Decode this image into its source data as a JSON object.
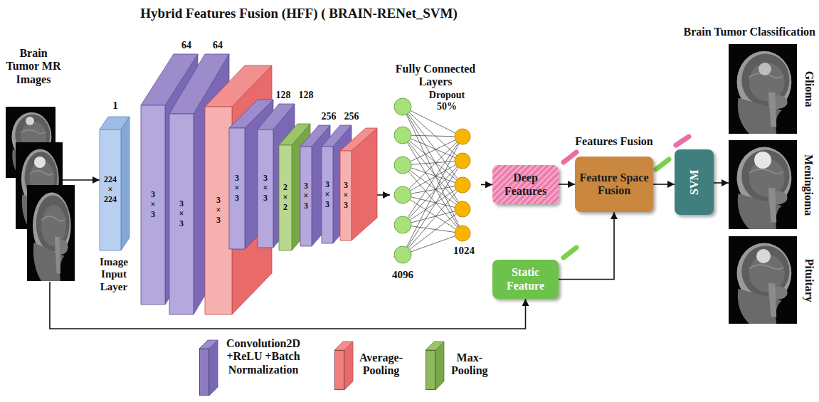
{
  "diagram": {
    "title": "Hybrid Features Fusion (HFF) ( BRAIN-RENet_SVM)",
    "nodes": [
      {
        "text": [
          "Brain Tumor MR Images"
        ]
      },
      {
        "text": [
          "224 × 224"
        ]
      },
      {
        "text": [
          "3 × 3"
        ]
      },
      {
        "text": [
          "3 × 3"
        ]
      },
      {
        "text": [
          "3 × 3"
        ]
      },
      {
        "text": [
          "3 × 3"
        ]
      },
      {
        "text": [
          "3 × 3"
        ]
      },
      {
        "text": [
          "2 × 2"
        ]
      },
      {
        "text": [
          "3 × 3"
        ]
      },
      {
        "text": [
          "3 × 3"
        ]
      },
      {
        "text": [
          "3 × 3"
        ]
      },
      {
        "text": [
          "Fully Connected Layers",
          "Dropout 50%"
        ]
      },
      {
        "text": [
          "Deep Features"
        ]
      },
      {
        "text": [
          "Static Feature"
        ]
      },
      {
        "text": [
          "Feature Space Fusion"
        ]
      },
      {
        "text": [
          "SVM"
        ]
      },
      {
        "text": [
          "Glioma"
        ]
      },
      {
        "text": [
          "Meningioma"
        ]
      },
      {
        "text": [
          "Pituitary"
        ]
      }
    ],
    "edges": [
      {
        "from": 0,
        "to": 1,
        "arrow": "to"
      },
      {
        "from": 10,
        "to": 11,
        "arrow": "to"
      },
      {
        "from": 11,
        "to": 12,
        "arrow": "to"
      },
      {
        "from": 12,
        "to": 14,
        "arrow": "to"
      },
      {
        "from": 0,
        "to": 13,
        "arrow": "to"
      },
      {
        "from": 13,
        "to": 14,
        "arrow": "to"
      },
      {
        "from": 14,
        "to": 15,
        "arrow": "to"
      },
      {
        "from": 15,
        "to": 17,
        "arrow": "to"
      }
    ],
    "labels": [
      "1",
      "Image Input Layer",
      "64",
      "64",
      "128",
      "128",
      "256",
      "256",
      "4096",
      "1024",
      "Features Fusion",
      "Brain Tumor Classification"
    ],
    "legend": [
      {
        "text": "Convolution2D +ReLU +Batch Normalization",
        "color": "#8e7cc3"
      },
      {
        "text": "Average-Pooling",
        "color": "#f08080"
      },
      {
        "text": "Max-Pooling",
        "color": "#8fb85f"
      }
    ]
  }
}
